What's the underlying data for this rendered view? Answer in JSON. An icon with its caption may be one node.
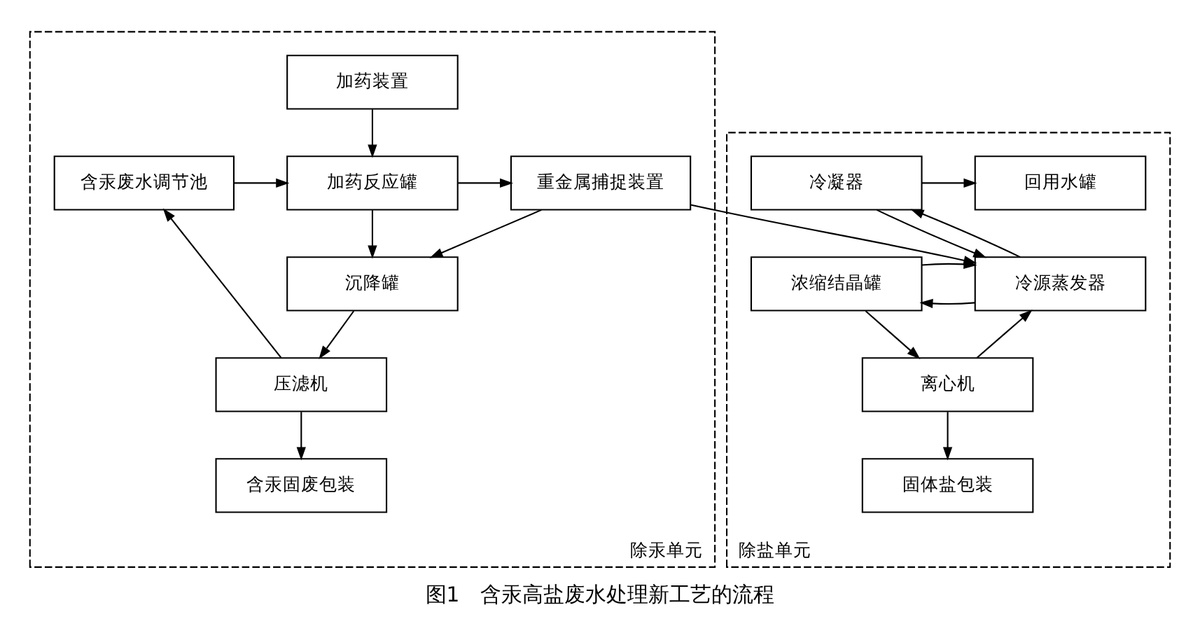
{
  "diagram": {
    "caption": "图1　含汞高盐废水处理新工艺的流程",
    "nodes": [
      {
        "text": [
          "除汞单元"
        ]
      },
      {
        "text": [
          "加药装置"
        ],
        "in": 0
      },
      {
        "text": [
          "含汞废水调节池"
        ],
        "in": 0
      },
      {
        "text": [
          "加药反应罐"
        ],
        "in": 0
      },
      {
        "text": [
          "重金属捕捉装置"
        ],
        "in": 0
      },
      {
        "text": [
          "沉降罐"
        ],
        "in": 0
      },
      {
        "text": [
          "压滤机"
        ],
        "in": 0
      },
      {
        "text": [
          "含汞固废包装"
        ],
        "in": 0
      },
      {
        "text": [
          "除盐单元"
        ]
      },
      {
        "text": [
          "冷凝器"
        ],
        "in": 8
      },
      {
        "text": [
          "回用水罐"
        ],
        "in": 8
      },
      {
        "text": [
          "冷源蒸发器"
        ],
        "in": 8
      },
      {
        "text": [
          "浓缩结晶罐"
        ],
        "in": 8
      },
      {
        "text": [
          "离心机"
        ],
        "in": 8
      },
      {
        "text": [
          "固体盐包装"
        ],
        "in": 8
      }
    ],
    "edges": [
      {
        "from": 1,
        "to": 3,
        "arrow": "to"
      },
      {
        "from": 2,
        "to": 3,
        "arrow": "to"
      },
      {
        "from": 3,
        "to": 4,
        "arrow": "to"
      },
      {
        "from": 3,
        "to": 5,
        "arrow": "to"
      },
      {
        "from": 4,
        "to": 5,
        "arrow": "to"
      },
      {
        "from": 5,
        "to": 6,
        "arrow": "to"
      },
      {
        "from": 6,
        "to": 2,
        "arrow": "to"
      },
      {
        "from": 6,
        "to": 7,
        "arrow": "to"
      },
      {
        "from": 4,
        "to": 11,
        "arrow": "to"
      },
      {
        "from": 11,
        "to": 9,
        "arrow": "to"
      },
      {
        "from": 9,
        "to": 11,
        "arrow": "to"
      },
      {
        "from": 9,
        "to": 10,
        "arrow": "to"
      },
      {
        "from": 11,
        "to": 12,
        "arrow": "to"
      },
      {
        "from": 12,
        "to": 11,
        "arrow": "to"
      },
      {
        "from": 12,
        "to": 13,
        "arrow": "to"
      },
      {
        "from": 13,
        "to": 11,
        "arrow": "to"
      },
      {
        "from": 13,
        "to": 14,
        "arrow": "to"
      }
    ]
  }
}
